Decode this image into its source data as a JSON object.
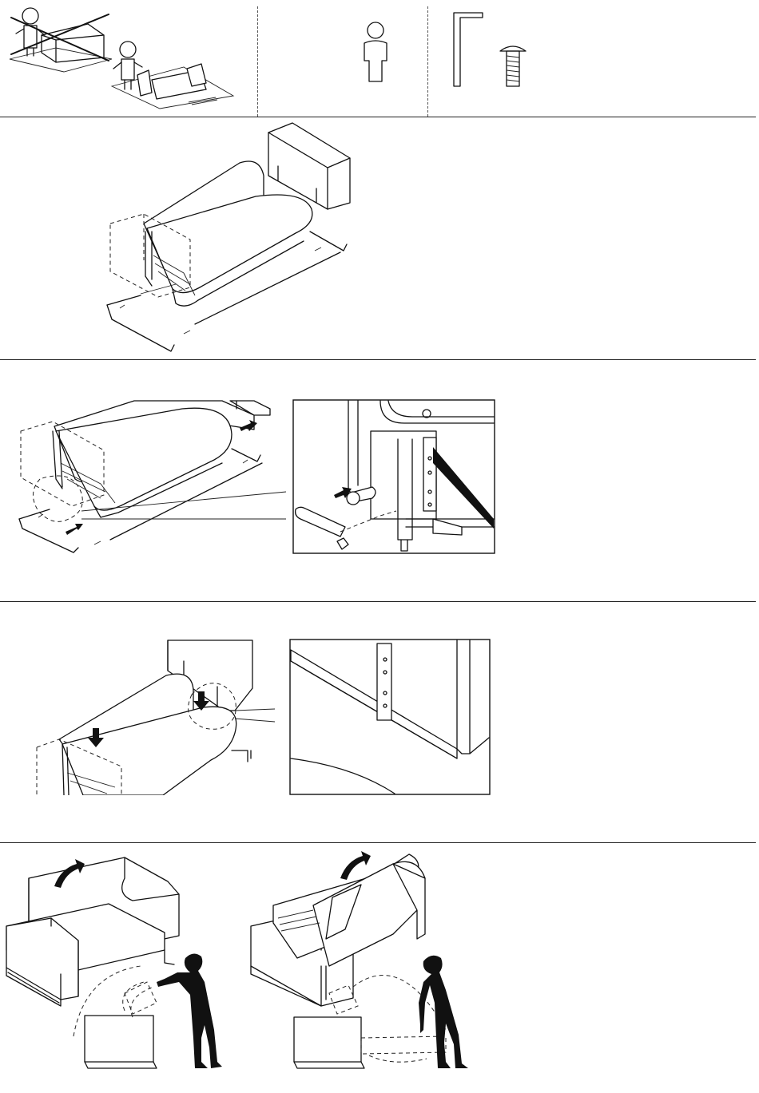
{
  "document": {
    "type": "assembly-instructions",
    "steps": [
      {
        "id": "intro",
        "panels": [
          "workspace-warning",
          "person-count",
          "tools-required"
        ]
      },
      {
        "id": "step-1",
        "description_icons": [
          "sofa",
          "backrest",
          "base-rails"
        ]
      },
      {
        "id": "step-2",
        "description_icons": [
          "sofa",
          "detail-zoom",
          "bolt"
        ]
      },
      {
        "id": "step-3",
        "description_icons": [
          "sofa",
          "backrest",
          "detail-zoom"
        ]
      },
      {
        "id": "step-4",
        "description_icons": [
          "sofa-tilt",
          "sofa-bed-fold",
          "person-silhouette"
        ]
      }
    ]
  },
  "icons": {
    "tools": [
      "allen-key-icon",
      "bolt-icon"
    ],
    "person": "person-icon",
    "arrows": "arrow-icon"
  },
  "colors": {
    "line": "#111111",
    "background": "#ffffff",
    "fill_dark": "#111111"
  }
}
